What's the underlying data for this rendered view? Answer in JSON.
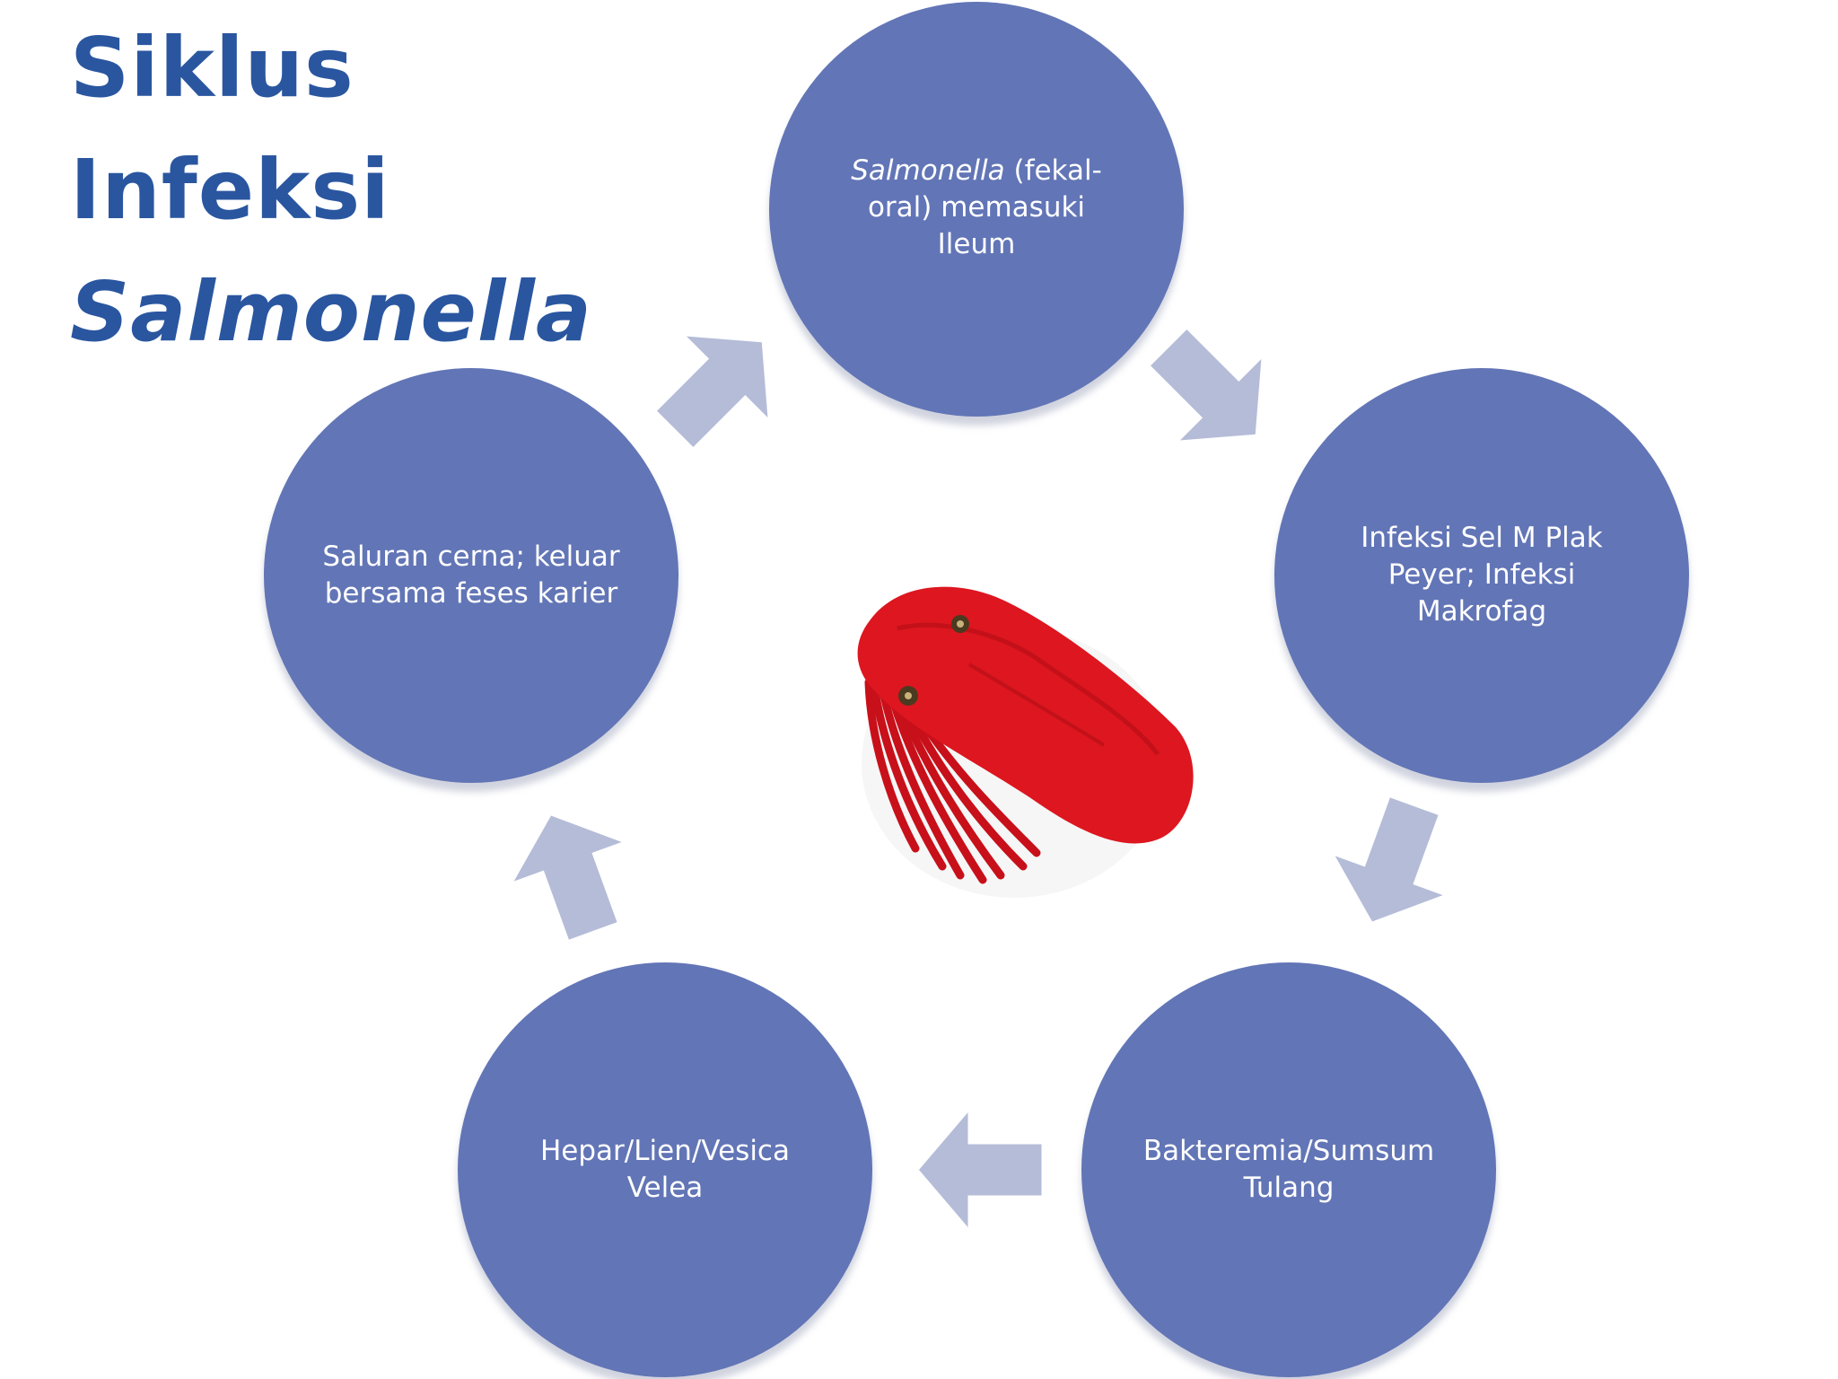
{
  "title": {
    "line1": "Siklus",
    "line2": "Infeksi",
    "line3": "Salmonella"
  },
  "cycle": {
    "steps": [
      {
        "italic": "Salmonella",
        "text_after": " (fekal-",
        "line2": "oral) memasuki",
        "line3": "Ileum"
      },
      {
        "line1": "Infeksi Sel M Plak",
        "line2": "Peyer; Infeksi",
        "line3": "Makrofag"
      },
      {
        "line1": "Bakteremia/Sumsum",
        "line2": "Tulang"
      },
      {
        "line1": "Hepar/Lien/Vesica",
        "line2": "Velea"
      },
      {
        "line1": "Saluran cerna; keluar",
        "line2": "bersama feses karier"
      }
    ]
  },
  "colors": {
    "title": "#2a56a0",
    "circle": "#6275b6",
    "arrow": "#b4bcd8",
    "bacterium": "#d8141c"
  },
  "center_image": "salmonella-bacterium-plush"
}
